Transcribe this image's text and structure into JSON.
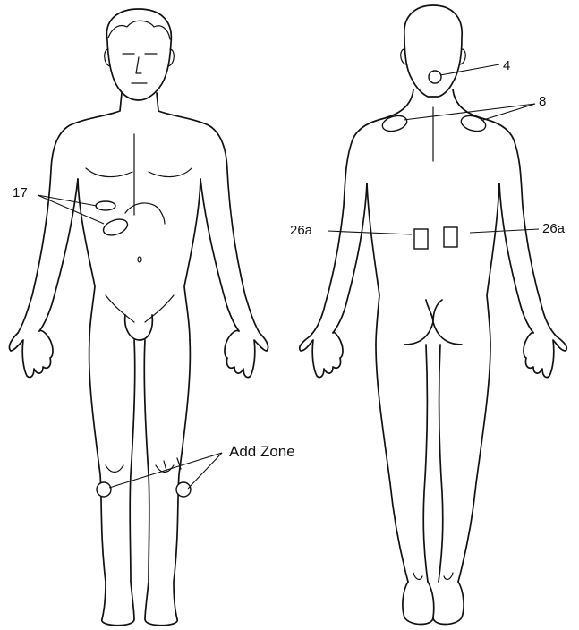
{
  "labels": {
    "front_abdomen_zone": "17",
    "back_neck_zone": "4",
    "back_shoulder_zone": "8",
    "back_lumbar_left": "26a",
    "back_lumbar_right": "26a",
    "knee_zone": "Add Zone"
  }
}
